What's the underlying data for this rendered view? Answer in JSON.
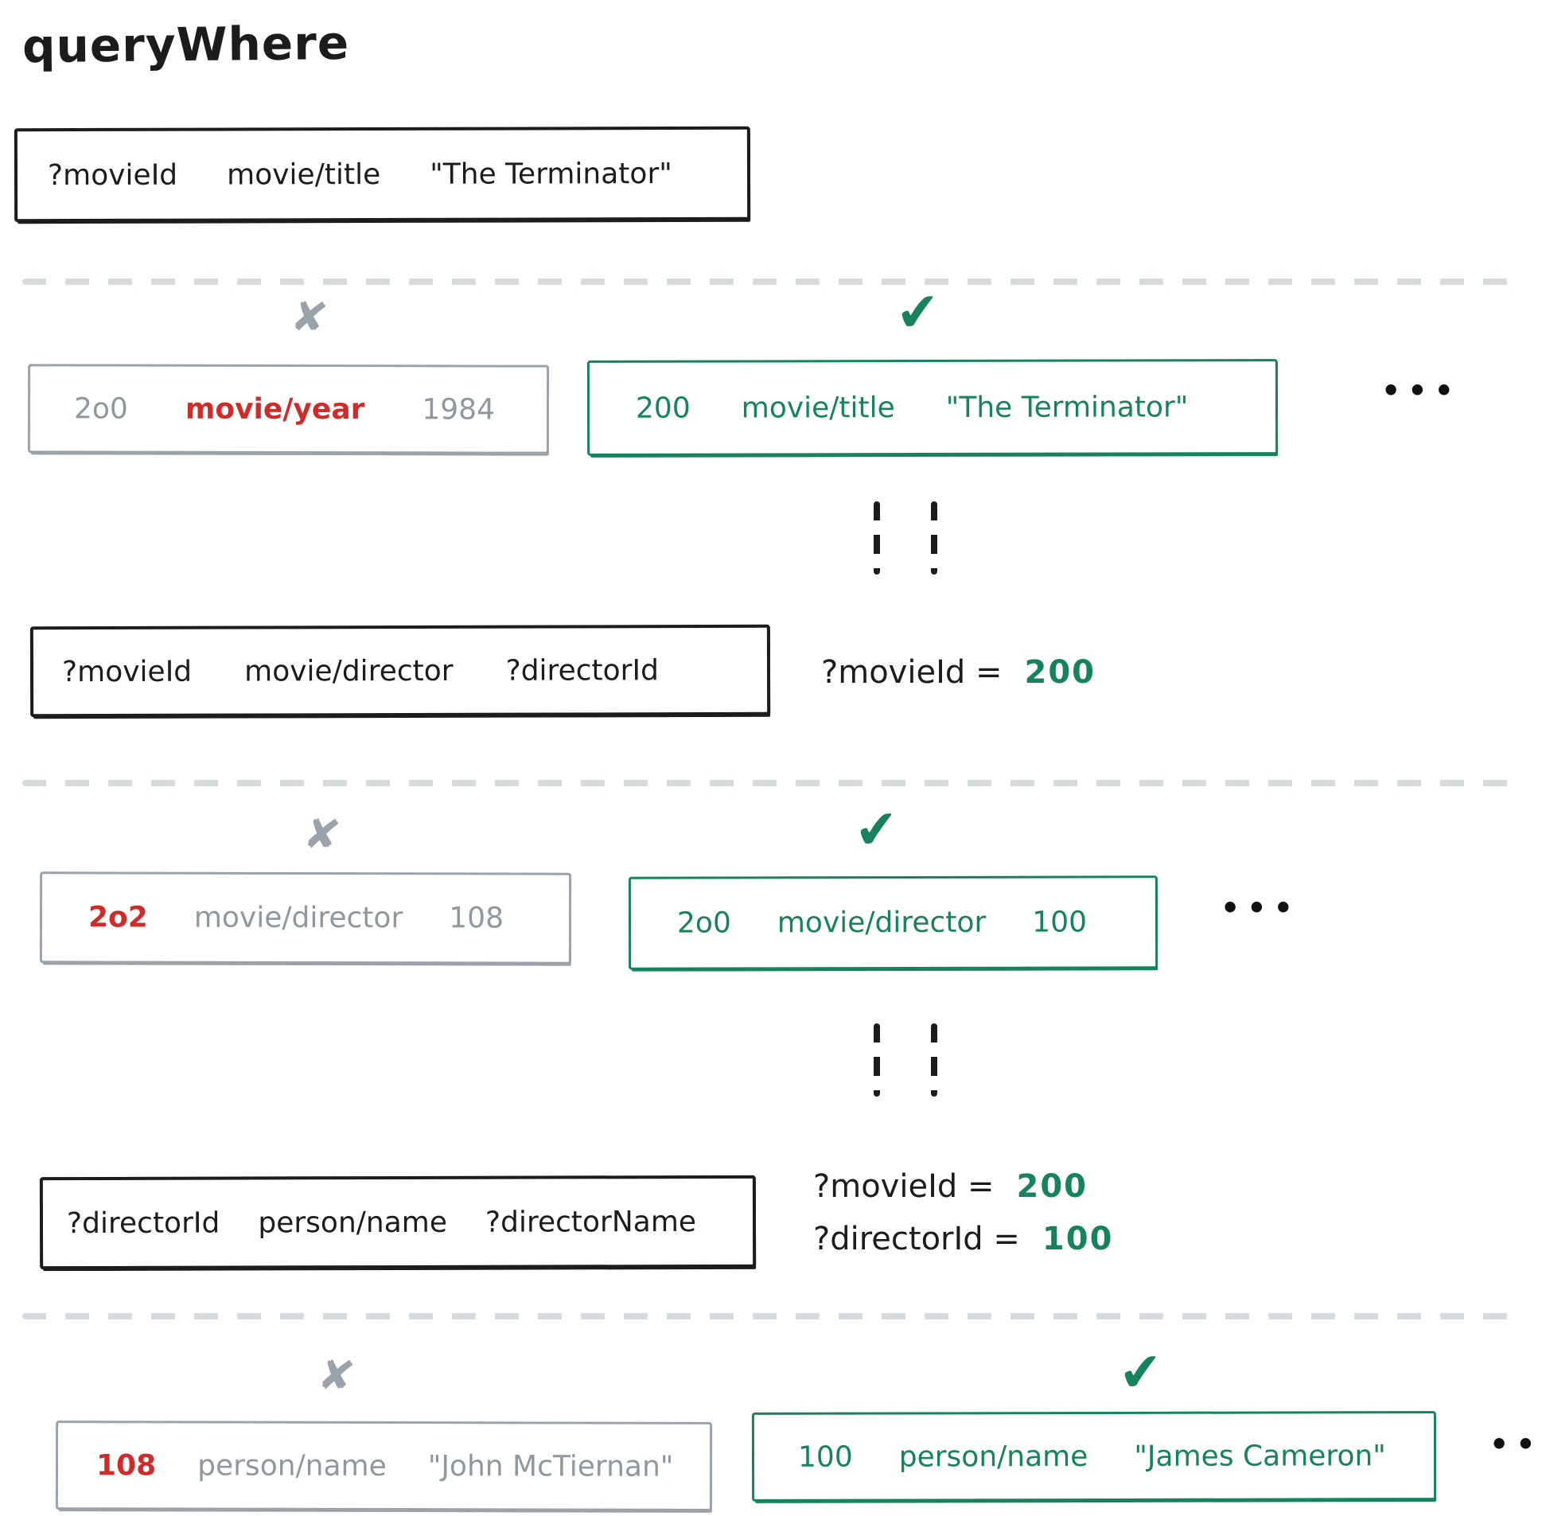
{
  "title": "queryWhere",
  "colors": {
    "ink": "#1c1c1c",
    "green": "#17835c",
    "red": "#cf2b2b",
    "gray_stroke": "#9aa2ab",
    "gray_text": "#8f979f",
    "divider": "#d8dbde"
  },
  "icons": {
    "fail": "✘",
    "success": "✔",
    "ellipsis": "•••"
  },
  "steps": [
    {
      "clause": {
        "e": "?movieId",
        "a": "movie/title",
        "v": "\"The Terminator\""
      },
      "fail": {
        "e": "2o0",
        "a": "movie/year",
        "v": "1984"
      },
      "success": {
        "e": "200",
        "a": "movie/title",
        "v": "\"The Terminator\""
      }
    },
    {
      "bindings": [
        {
          "label": "?movieId =",
          "value": "200"
        }
      ],
      "clause": {
        "e": "?movieId",
        "a": "movie/director",
        "v": "?directorId"
      },
      "fail": {
        "e": "2o2",
        "a": "movie/director",
        "v": "108"
      },
      "success": {
        "e": "2o0",
        "a": "movie/director",
        "v": "100"
      }
    },
    {
      "bindings": [
        {
          "label": "?movieId =",
          "value": "200"
        },
        {
          "label": "?directorId =",
          "value": "100"
        }
      ],
      "clause": {
        "e": "?directorId",
        "a": "person/name",
        "v": "?directorName"
      },
      "fail": {
        "e": "108",
        "a": "person/name",
        "v": "\"John McTiernan\""
      },
      "success": {
        "e": "100",
        "a": "person/name",
        "v": "\"James Cameron\""
      }
    }
  ]
}
